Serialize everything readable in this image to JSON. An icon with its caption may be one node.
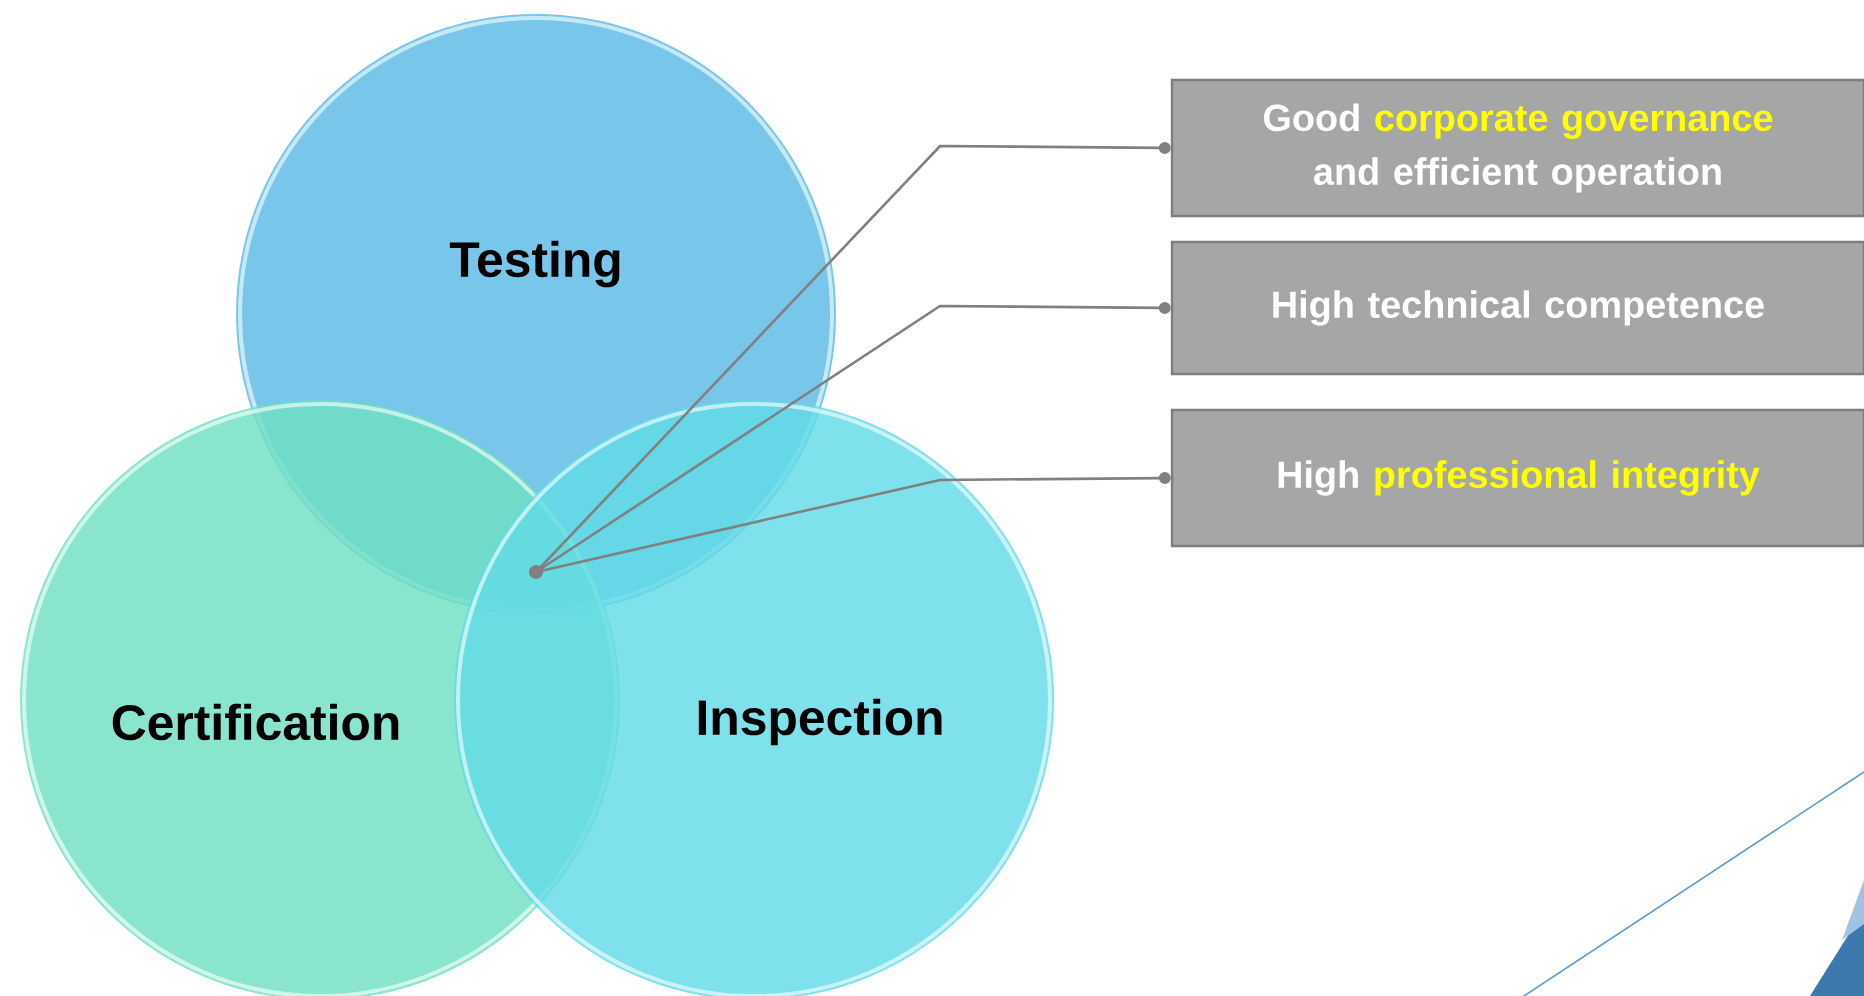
{
  "diagram": {
    "nodes": [
      {
        "text": [
          "Testing"
        ]
      },
      {
        "text": [
          "Certification"
        ]
      },
      {
        "text": [
          "Inspection"
        ]
      },
      {
        "text": [],
        "shape": "circle"
      },
      {
        "text": [
          "Good **corporate governance** and efficient operation"
        ]
      },
      {
        "text": [
          "High technical competence"
        ]
      },
      {
        "text": [
          "High **professional integrity**"
        ]
      }
    ],
    "edges": [
      {
        "from": 3,
        "to": 4,
        "arrow": "to"
      },
      {
        "from": 3,
        "to": 5,
        "arrow": "to"
      },
      {
        "from": 3,
        "to": 6,
        "arrow": "to"
      }
    ]
  }
}
